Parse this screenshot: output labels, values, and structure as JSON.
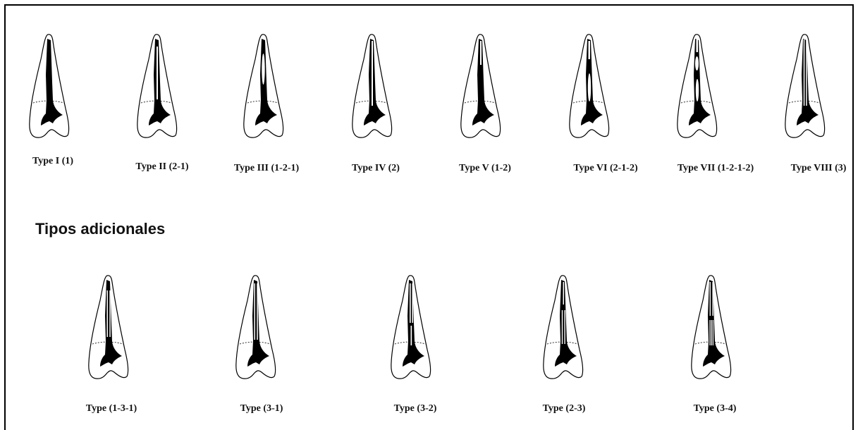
{
  "row1": [
    {
      "label": "Type I (1)",
      "pattern": "I"
    },
    {
      "label": "Type II (2-1)",
      "pattern": "II"
    },
    {
      "label": "Type III (1-2-1)",
      "pattern": "III"
    },
    {
      "label": "Type IV (2)",
      "pattern": "IV"
    },
    {
      "label": "Type V (1-2)",
      "pattern": "V"
    },
    {
      "label": "Type VI (2-1-2)",
      "pattern": "VI"
    },
    {
      "label": "Type VII (1-2-1-2)",
      "pattern": "VII"
    },
    {
      "label": "Type VIII (3)",
      "pattern": "VIII"
    }
  ],
  "section_heading": "Tipos adicionales",
  "row2": [
    {
      "label": "Type  (1-3-1)",
      "pattern": "131"
    },
    {
      "label": "Type  (3-1)",
      "pattern": "31"
    },
    {
      "label": "Type  (3-2)",
      "pattern": "32"
    },
    {
      "label": "Type  (2-3)",
      "pattern": "23"
    },
    {
      "label": "Type  (3-4)",
      "pattern": "34"
    }
  ],
  "colors": {
    "canal": "#000000",
    "outline": "#000000",
    "background": "#ffffff"
  }
}
